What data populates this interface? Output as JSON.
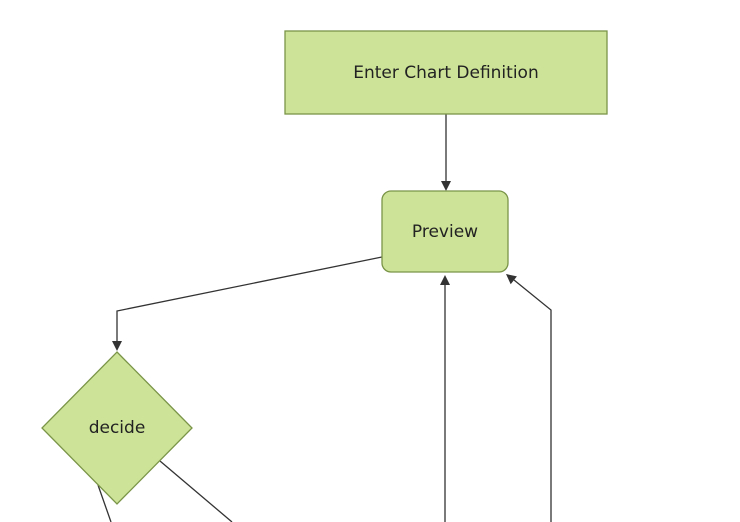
{
  "diagram": {
    "type": "flowchart-top-down",
    "nodes": [
      {
        "id": "enter-chart-definition",
        "label": "Enter Chart Definition",
        "shape": "rectangle"
      },
      {
        "id": "preview",
        "label": "Preview",
        "shape": "rounded-rectangle"
      },
      {
        "id": "decide",
        "label": "decide",
        "shape": "diamond"
      }
    ],
    "edges": [
      {
        "from": "enter-chart-definition",
        "to": "preview",
        "arrow": "down"
      },
      {
        "from": "preview",
        "to": "decide",
        "arrow": "down"
      },
      {
        "from": "offscreen-bottom-center",
        "to": "preview",
        "arrow": "up"
      },
      {
        "from": "offscreen-bottom-right",
        "to": "preview",
        "arrow": "up-left"
      },
      {
        "from": "decide",
        "to": "offscreen-bottom-left",
        "arrow": "none-visible"
      },
      {
        "from": "decide",
        "to": "offscreen-bottom-right",
        "arrow": "none-visible"
      }
    ]
  },
  "colors": {
    "node_fill": "#cde498",
    "node_stroke": "#7a9448",
    "edge": "#333333",
    "text": "#222222",
    "background": "#ffffff"
  }
}
